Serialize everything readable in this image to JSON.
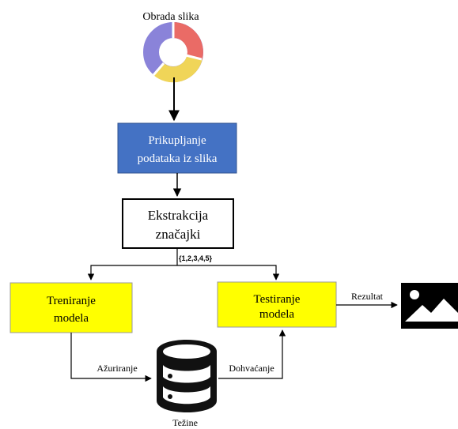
{
  "title": "Obrada slika",
  "nodes": {
    "collect": {
      "line1": "Prikupljanje",
      "line2": "podataka iz slika"
    },
    "extract": {
      "line1": "Ekstrakcija",
      "line2": "značajki"
    },
    "train": {
      "line1": "Treniranje",
      "line2": "modela"
    },
    "test": {
      "line1": "Testiranje",
      "line2": "modela"
    },
    "weights": "Težine"
  },
  "edges": {
    "feature_set": "{1,2,3,4,5}",
    "update": "Ažuriranje",
    "fetch": "Dohvaćanje",
    "result": "Rezultat"
  },
  "colors": {
    "collect_fill": "#4472c4",
    "model_fill": "#ffff00",
    "donut_purple": "#8a83d9",
    "donut_red": "#ea6b66",
    "donut_yellow": "#f0d558"
  },
  "icons": [
    "donut-chart-icon",
    "database-icon",
    "image-icon"
  ]
}
